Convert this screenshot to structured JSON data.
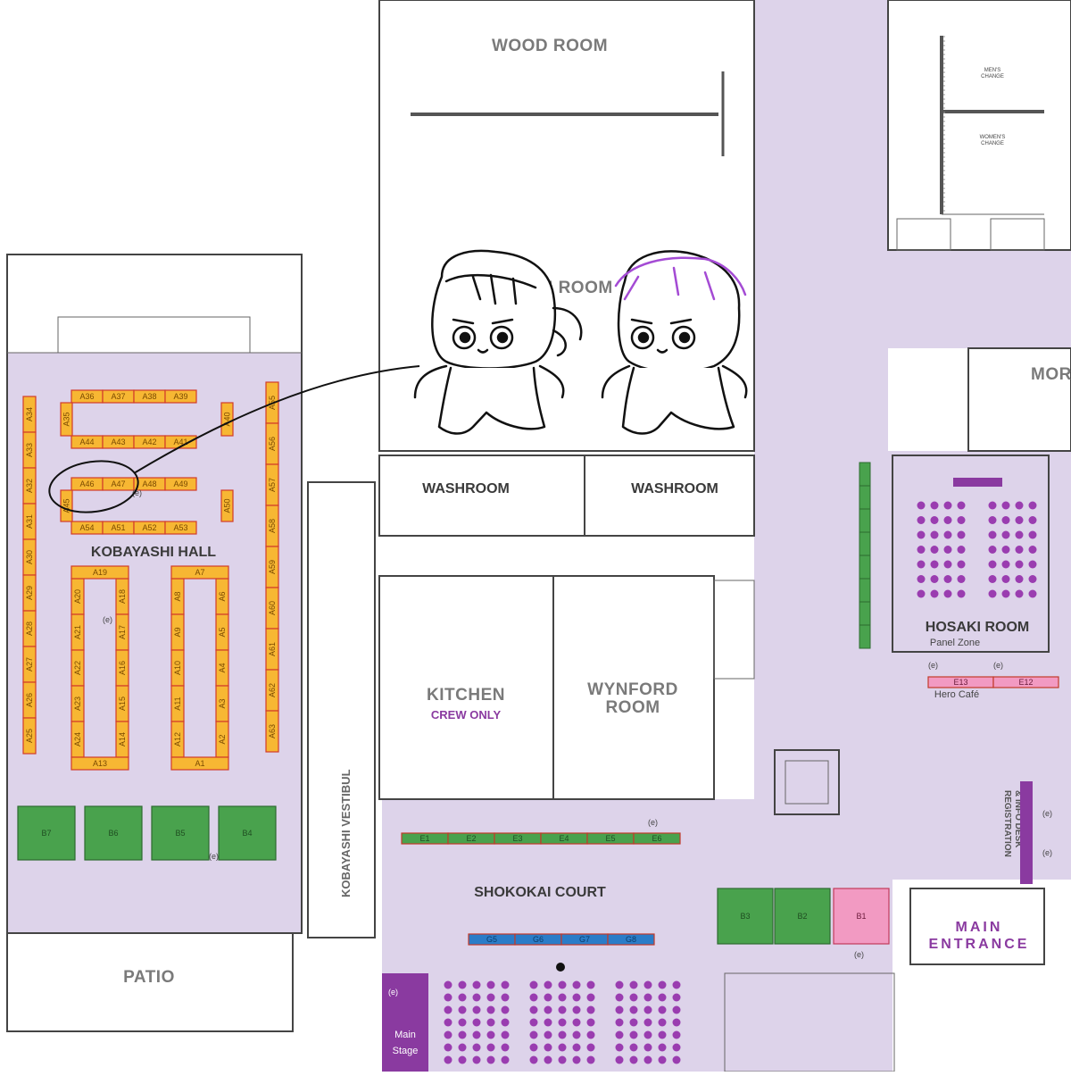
{
  "colors": {
    "floor": "#ddd3ea",
    "wall": "#444444",
    "booth_a": "#f7b733",
    "booth_a_border": "#d23b2a",
    "booth_green": "#49a24d",
    "booth_pink": "#f29ac2",
    "booth_blue": "#2a7cc8",
    "accent_purple": "#8a3aa0",
    "seat_purple": "#9a3db0"
  },
  "rooms": {
    "wood_room": "WOOD ROOM",
    "tatami_room": "TATAMI ROOM",
    "mens_change": [
      "MEN'S",
      "CHANGE"
    ],
    "womens_change": [
      "WOMEN'S",
      "CHANGE"
    ],
    "mor": "MOR",
    "washroom_left": "WASHROOM",
    "washroom_right": "WASHROOM",
    "kobayashi_hall": "KOBAYASHI HALL",
    "kitchen": "KITCHEN",
    "crew_only": "CREW ONLY",
    "wynford": [
      "WYNFORD",
      "ROOM"
    ],
    "hosaki": "HOSAKI ROOM",
    "panel_zone": "Panel Zone",
    "hero_cafe": "Hero Café",
    "registration": [
      "REGISTRATION",
      "& INFO DESK"
    ],
    "main_entrance": [
      "MAIN",
      "ENTRANCE"
    ],
    "shokokai_court": "SHOKOKAI COURT",
    "kobayashi_vestibul": "KOBAYASHI VESTIBUL",
    "patio": "PATIO",
    "main_stage": [
      "Main",
      "Stage"
    ],
    "elevator_marker": "(e)"
  },
  "booths": {
    "a_top_row1": [
      "A36",
      "A37",
      "A38",
      "A39"
    ],
    "a_top_row2": [
      "A44",
      "A43",
      "A42",
      "A41"
    ],
    "a_top_row3": [
      "A46",
      "A47",
      "A48",
      "A49"
    ],
    "a_top_row4": [
      "A54",
      "A51",
      "A52",
      "A53"
    ],
    "a_top_side": [
      "A35",
      "A40",
      "A45",
      "A50"
    ],
    "a_left_col": [
      "A34",
      "A33",
      "A32",
      "A31",
      "A30",
      "A29",
      "A28",
      "A27",
      "A26",
      "A25"
    ],
    "a_right_col": [
      "A55",
      "A56",
      "A57",
      "A58",
      "A59",
      "A60",
      "A61",
      "A62",
      "A63"
    ],
    "a_mid_left_outer": [
      "A20",
      "A21",
      "A22",
      "A23",
      "A24"
    ],
    "a_mid_left_inner": [
      "A18",
      "A17",
      "A16",
      "A15",
      "A14"
    ],
    "a_mid_left_caps": [
      "A19",
      "A13"
    ],
    "a_mid_right_outer": [
      "A8",
      "A9",
      "A10",
      "A11",
      "A12"
    ],
    "a_mid_right_inner": [
      "A6",
      "A5",
      "A4",
      "A3",
      "A2"
    ],
    "a_mid_right_caps": [
      "A7",
      "A1"
    ],
    "b_hall": [
      "B7",
      "B6",
      "B5",
      "B4"
    ],
    "b_court": [
      "B3",
      "B2",
      "B1"
    ],
    "e_row": [
      "E1",
      "E2",
      "E3",
      "E4",
      "E5",
      "E6"
    ],
    "g_row": [
      "G5",
      "G6",
      "G7",
      "G8"
    ],
    "hero_cafe_tables": [
      "E13",
      "E12"
    ]
  }
}
